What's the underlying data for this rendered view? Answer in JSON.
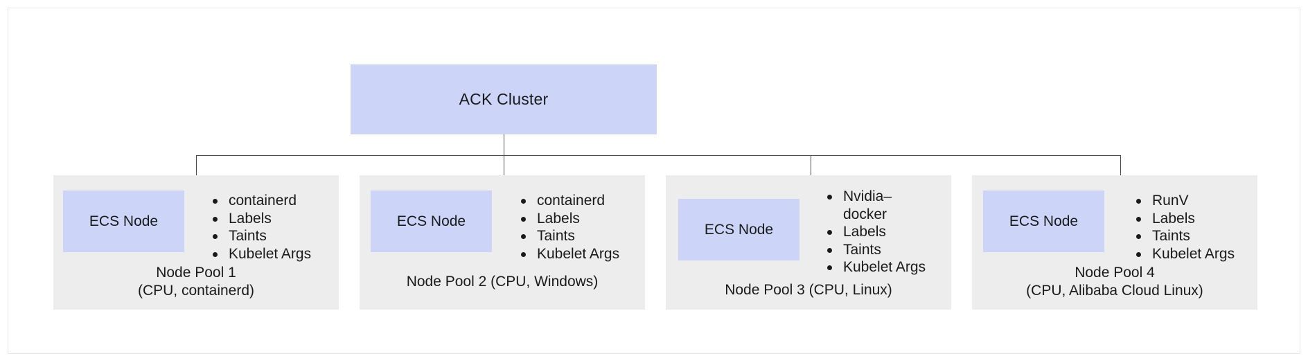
{
  "diagram": {
    "root": {
      "label": "ACK Cluster",
      "fill": "#ccd5f7"
    },
    "panel_fill": "#ededed",
    "line_color": "#4d4d4d",
    "node_box_label": "ECS Node",
    "pools": [
      {
        "id": "node-pool-1",
        "node_label": "ECS Node",
        "bullets": [
          "containerd",
          "Labels",
          "Taints",
          "Kubelet Args"
        ],
        "caption_line1": "Node Pool  1",
        "caption_line2": "(CPU, containerd)"
      },
      {
        "id": "node-pool-2",
        "node_label": "ECS Node",
        "bullets": [
          "containerd",
          "Labels",
          "Taints",
          "Kubelet Args"
        ],
        "caption_line1": "Node Pool  2 (CPU, Windows)",
        "caption_line2": ""
      },
      {
        "id": "node-pool-3",
        "node_label": "ECS Node",
        "bullets": [
          "Nvidia–docker",
          "Labels",
          "Taints",
          "Kubelet Args"
        ],
        "caption_line1": "Node Pool  3 (CPU, Linux)",
        "caption_line2": ""
      },
      {
        "id": "node-pool-4",
        "node_label": "ECS Node",
        "bullets": [
          "RunV",
          "Labels",
          "Taints",
          "Kubelet Args"
        ],
        "caption_line1": "Node Pool  4",
        "caption_line2": "(CPU, Alibaba Cloud Linux)"
      }
    ]
  }
}
